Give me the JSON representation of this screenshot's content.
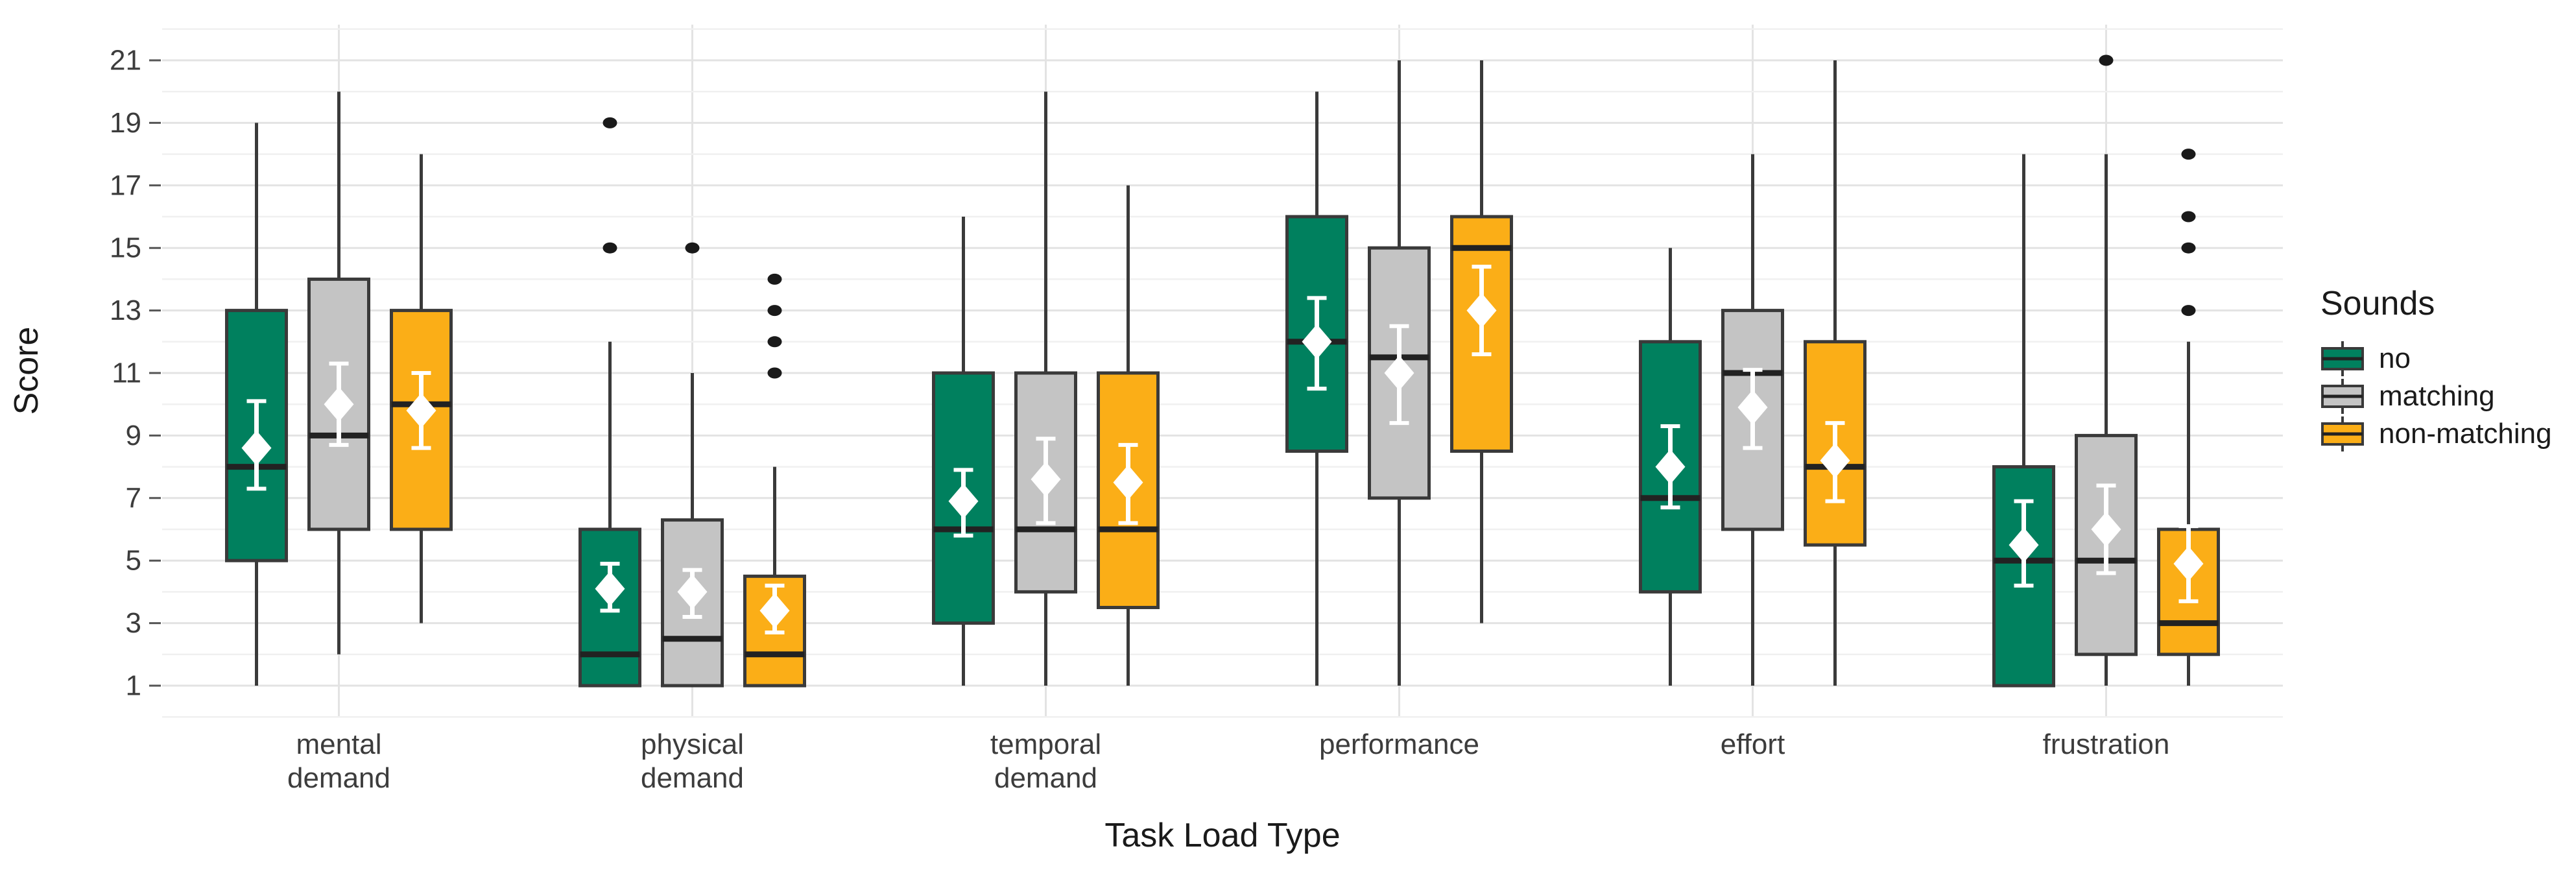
{
  "chart_data": {
    "type": "boxplot",
    "title": "",
    "xlabel": "Task Load Type",
    "ylabel": "Score",
    "ylim": [
      0,
      22
    ],
    "yticks": [
      1,
      3,
      5,
      7,
      9,
      11,
      13,
      15,
      17,
      19,
      21
    ],
    "grid": "horizontal major at odd values, minor at even values, vertical line at each category center, light gray on white",
    "legend": {
      "title": "Sounds",
      "position": "right"
    },
    "categories": [
      "mental demand",
      "physical demand",
      "temporal demand",
      "performance",
      "effort",
      "frustration"
    ],
    "category_label_lines": [
      [
        "mental",
        "demand"
      ],
      [
        "physical",
        "demand"
      ],
      [
        "temporal",
        "demand"
      ],
      [
        "performance"
      ],
      [
        "effort"
      ],
      [
        "frustration"
      ]
    ],
    "marker_notes": "each box shows whiskers, IQR box, dark median line, white mean diamond with white vertical error bar (caps), black dots are outliers",
    "series": [
      {
        "name": "no",
        "color": "#00805E",
        "boxes": [
          {
            "whisker_low": 1,
            "q1": 5,
            "median": 8,
            "q3": 13,
            "whisker_high": 19,
            "mean": 8.6,
            "mean_ci": [
              7.3,
              10.1
            ],
            "outliers": []
          },
          {
            "whisker_low": 1,
            "q1": 1,
            "median": 2,
            "q3": 6,
            "whisker_high": 12,
            "mean": 4.1,
            "mean_ci": [
              3.4,
              4.9
            ],
            "outliers": [
              15,
              19
            ]
          },
          {
            "whisker_low": 1,
            "q1": 3,
            "median": 6,
            "q3": 11,
            "whisker_high": 16,
            "mean": 6.9,
            "mean_ci": [
              5.8,
              7.9
            ],
            "outliers": []
          },
          {
            "whisker_low": 1,
            "q1": 8.5,
            "median": 12,
            "q3": 16,
            "whisker_high": 20,
            "mean": 12.0,
            "mean_ci": [
              10.5,
              13.4
            ],
            "outliers": []
          },
          {
            "whisker_low": 1,
            "q1": 4,
            "median": 7,
            "q3": 12,
            "whisker_high": 15,
            "mean": 8.0,
            "mean_ci": [
              6.7,
              9.3
            ],
            "outliers": []
          },
          {
            "whisker_low": 1,
            "q1": 1,
            "median": 5,
            "q3": 8,
            "whisker_high": 18,
            "mean": 5.5,
            "mean_ci": [
              4.2,
              6.9
            ],
            "outliers": []
          }
        ]
      },
      {
        "name": "matching",
        "color": "#C4C4C4",
        "boxes": [
          {
            "whisker_low": 2,
            "q1": 6,
            "median": 9,
            "q3": 14,
            "whisker_high": 20,
            "mean": 10.0,
            "mean_ci": [
              8.7,
              11.3
            ],
            "outliers": []
          },
          {
            "whisker_low": 1,
            "q1": 1,
            "median": 2.5,
            "q3": 6.3,
            "whisker_high": 11,
            "mean": 4.0,
            "mean_ci": [
              3.2,
              4.7
            ],
            "outliers": [
              15
            ]
          },
          {
            "whisker_low": 1,
            "q1": 4,
            "median": 6,
            "q3": 11,
            "whisker_high": 20,
            "mean": 7.6,
            "mean_ci": [
              6.2,
              8.9
            ],
            "outliers": []
          },
          {
            "whisker_low": 1,
            "q1": 7,
            "median": 11.5,
            "q3": 15,
            "whisker_high": 21,
            "mean": 11.0,
            "mean_ci": [
              9.4,
              12.5
            ],
            "outliers": []
          },
          {
            "whisker_low": 1,
            "q1": 6,
            "median": 11,
            "q3": 13,
            "whisker_high": 18,
            "mean": 9.9,
            "mean_ci": [
              8.6,
              11.1
            ],
            "outliers": []
          },
          {
            "whisker_low": 1,
            "q1": 2,
            "median": 5,
            "q3": 9,
            "whisker_high": 18,
            "mean": 6.0,
            "mean_ci": [
              4.6,
              7.4
            ],
            "outliers": [
              21
            ]
          }
        ]
      },
      {
        "name": "non-matching",
        "color": "#FBAE17",
        "boxes": [
          {
            "whisker_low": 3,
            "q1": 6,
            "median": 10,
            "q3": 13,
            "whisker_high": 18,
            "mean": 9.8,
            "mean_ci": [
              8.6,
              11.0
            ],
            "outliers": []
          },
          {
            "whisker_low": 1,
            "q1": 1,
            "median": 2,
            "q3": 4.5,
            "whisker_high": 8,
            "mean": 3.4,
            "mean_ci": [
              2.7,
              4.2
            ],
            "outliers": [
              11,
              12,
              13,
              14
            ]
          },
          {
            "whisker_low": 1,
            "q1": 3.5,
            "median": 6,
            "q3": 11,
            "whisker_high": 17,
            "mean": 7.5,
            "mean_ci": [
              6.2,
              8.7
            ],
            "outliers": []
          },
          {
            "whisker_low": 3,
            "q1": 8.5,
            "median": 15,
            "q3": 16,
            "whisker_high": 21,
            "mean": 13.0,
            "mean_ci": [
              11.6,
              14.4
            ],
            "outliers": []
          },
          {
            "whisker_low": 1,
            "q1": 5.5,
            "median": 8,
            "q3": 12,
            "whisker_high": 21,
            "mean": 8.2,
            "mean_ci": [
              6.9,
              9.4
            ],
            "outliers": []
          },
          {
            "whisker_low": 1,
            "q1": 2,
            "median": 3,
            "q3": 6,
            "whisker_high": 12,
            "mean": 4.9,
            "mean_ci": [
              3.7,
              6.1
            ],
            "outliers": [
              13,
              15,
              16,
              18
            ]
          }
        ]
      }
    ],
    "style": {
      "box_border_color": "#3A3A3A",
      "median_color": "#222222",
      "whisker_color": "#3A3A3A",
      "outlier_color": "#1A1A1A",
      "mean_marker_color": "#FFFFFF",
      "major_grid_color": "#E3E3E3",
      "minor_grid_color": "#F0F0F0",
      "tick_text_color": "#3C3C3C",
      "axis_title_color": "#1A1A1A"
    }
  }
}
